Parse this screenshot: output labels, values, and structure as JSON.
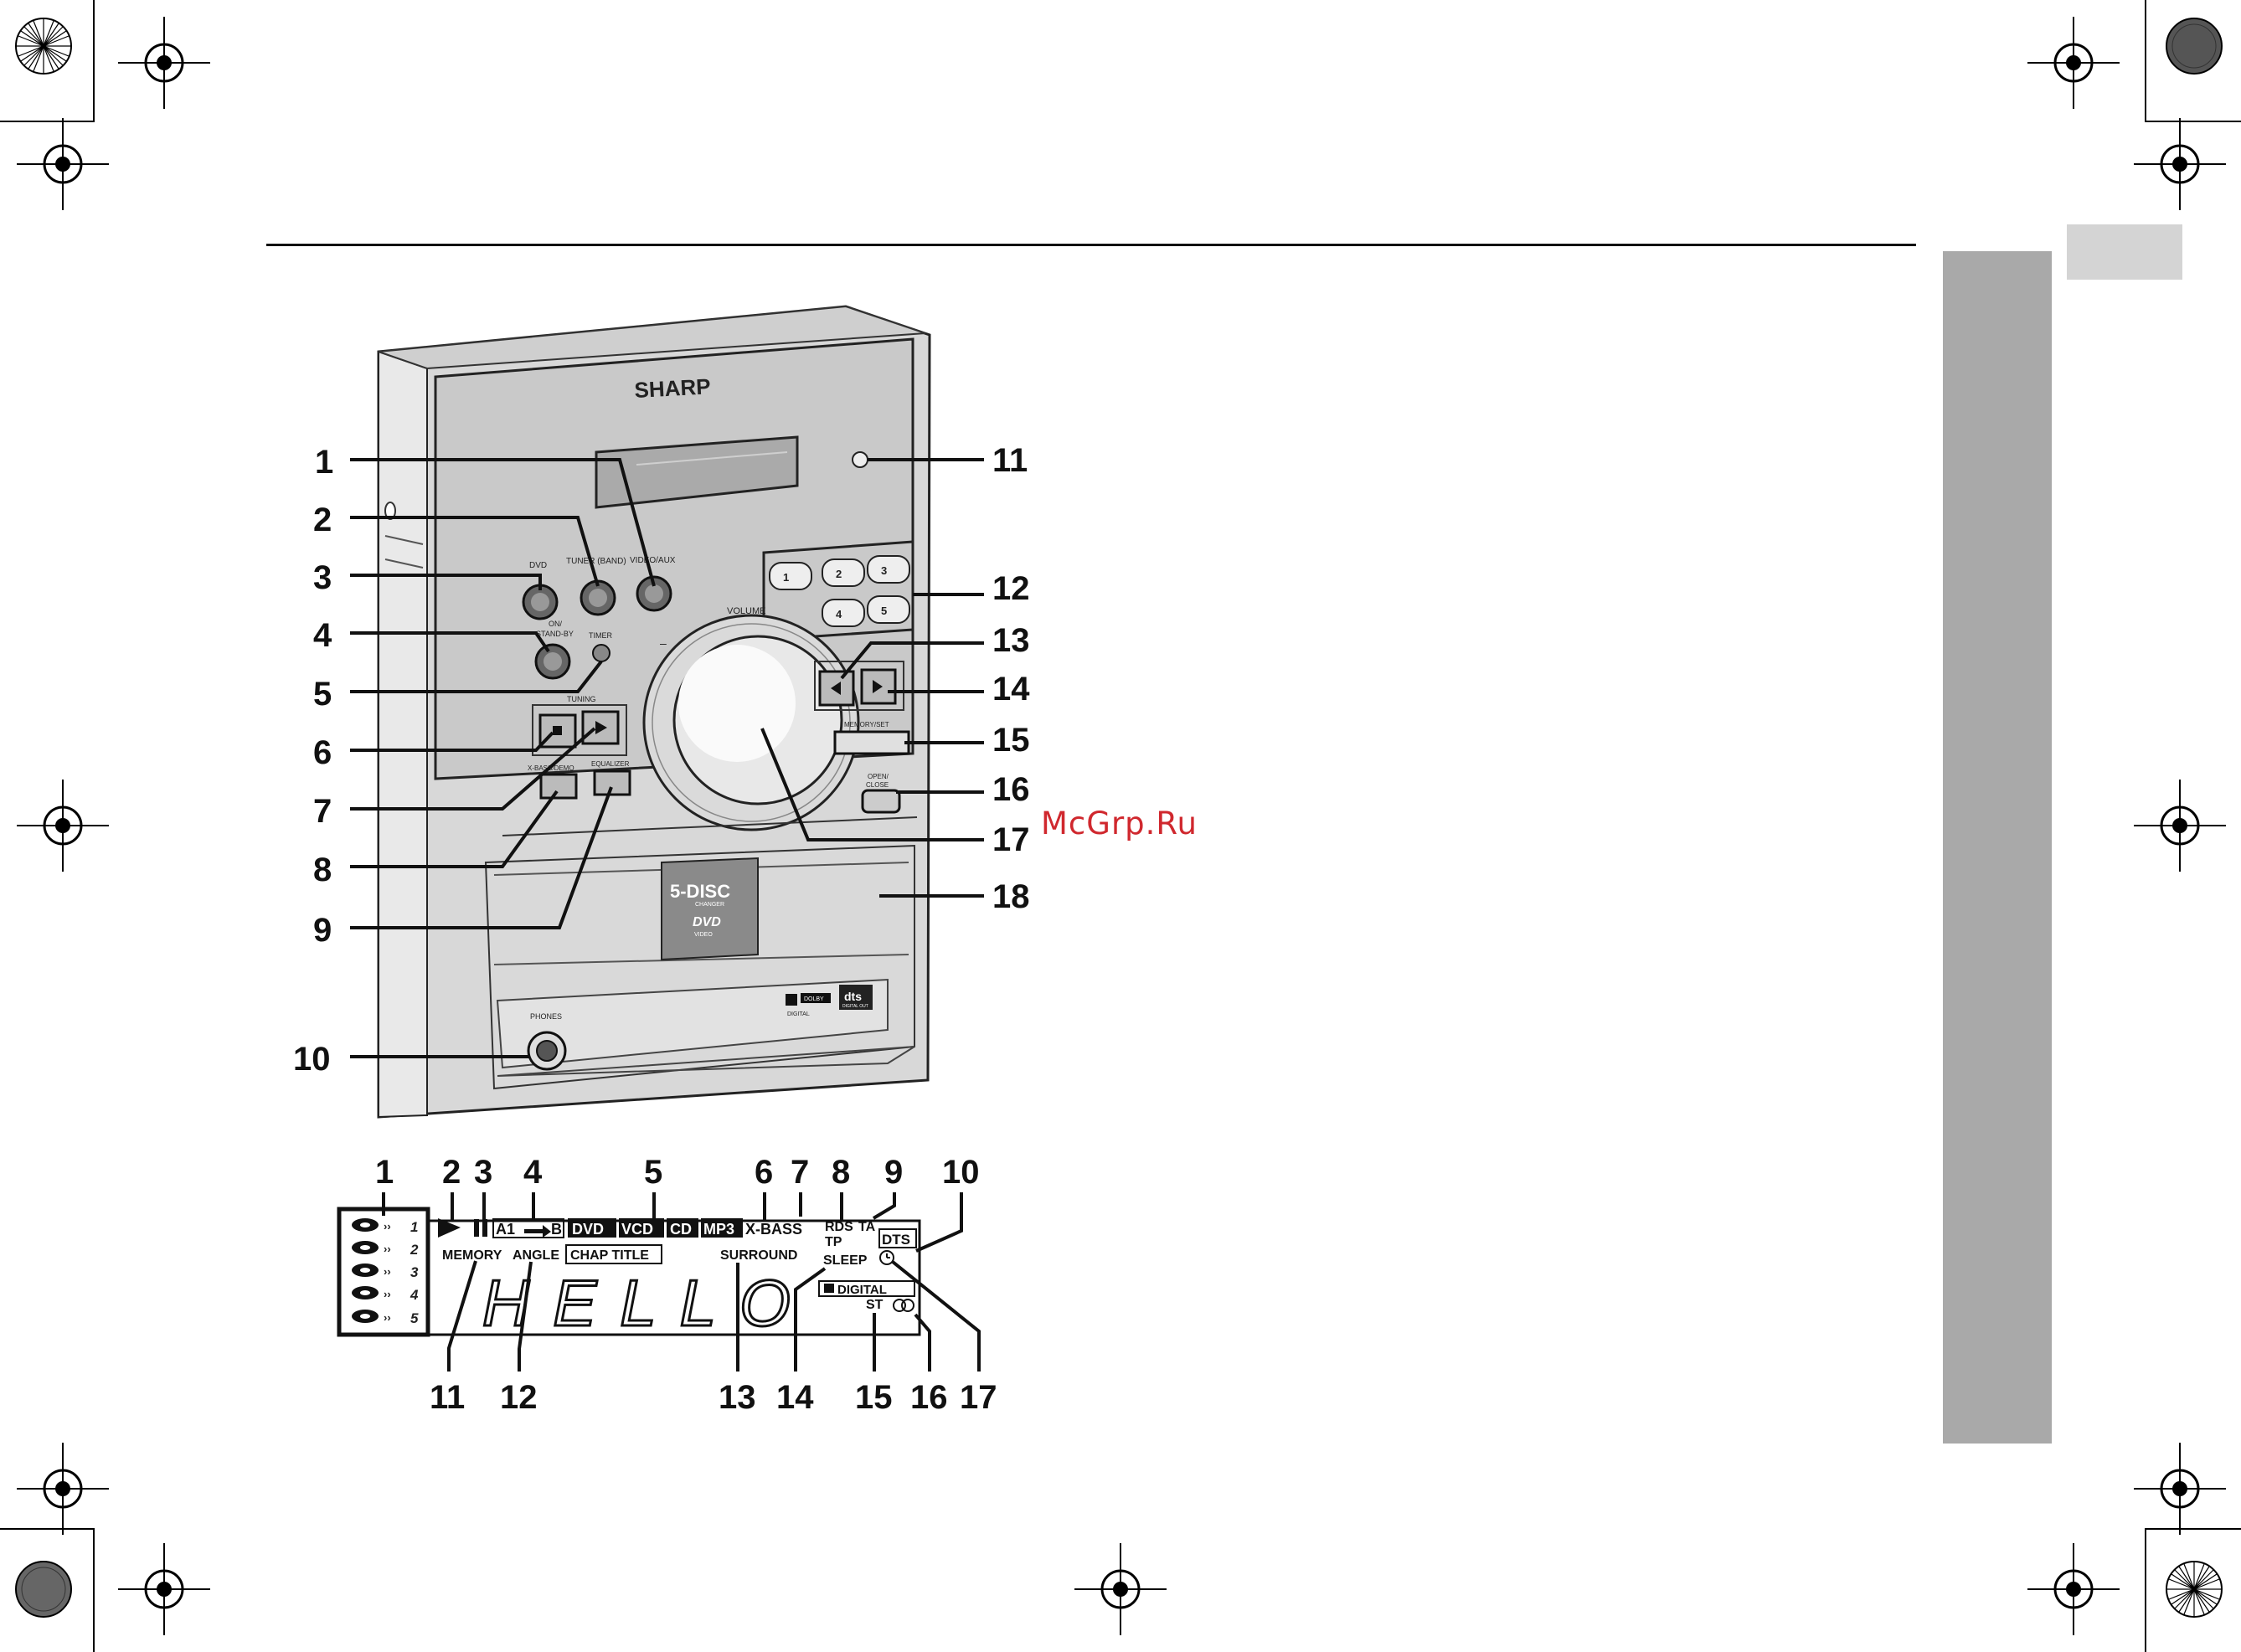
{
  "unit": {
    "brand": "SHARP",
    "volume_label": "VOLUME",
    "volume_minus": "–",
    "volume_plus": "+",
    "tuning_label": "TUNING",
    "timer_label": "TIMER",
    "on_standby_label": "ON/\nSTAND-BY",
    "dvd_label": "DVD",
    "tuner_band_label": "TUNER (BAND)",
    "video_aux_label": "VIDEO/AUX",
    "demo_label": "X-BASS/DEMO",
    "equalizer_label": "EQUALIZER",
    "memory_set_label": "MEMORY/SET",
    "open_close_label": "OPEN/\nCLOSE",
    "phones_label": "PHONES",
    "disc_buttons": [
      "1",
      "2",
      "3",
      "4",
      "5"
    ],
    "changer_logo_top": "5-DISC",
    "changer_logo_mid": "CHANGER",
    "changer_logo_dvd": "DVD",
    "changer_logo_video": "VIDEO",
    "dolby_logo": "DOLBY",
    "dolby_digital": "DIGITAL",
    "dts_logo": "dts",
    "dts_sub": "DIGITAL OUT"
  },
  "unit_callouts_left": [
    "1",
    "2",
    "3",
    "4",
    "5",
    "6",
    "7",
    "8",
    "9",
    "10"
  ],
  "unit_callouts_right": [
    "11",
    "12",
    "13",
    "14",
    "15",
    "16",
    "17",
    "18"
  ],
  "display": {
    "top_numbers": [
      "1",
      "2",
      "3",
      "4",
      "5",
      "6",
      "7",
      "8",
      "9",
      "10"
    ],
    "bottom_numbers": [
      "11",
      "12",
      "13",
      "14",
      "15",
      "16",
      "17"
    ],
    "disc_indicators": [
      "1",
      "2",
      "3",
      "4",
      "5"
    ],
    "a1": "A1",
    "b": "B",
    "formats": [
      "DVD",
      "VCD",
      "CD",
      "MP3"
    ],
    "xbass": "X-BASS",
    "rds": "RDS",
    "ta": "TA",
    "tp": "TP",
    "dts": "DTS",
    "memory": "MEMORY",
    "angle": "ANGLE",
    "chap_title": "CHAP TITLE",
    "surround": "SURROUND",
    "sleep": "SLEEP",
    "digital": "DIGITAL",
    "st": "ST",
    "segment_text": "HELLO"
  },
  "watermark": "McGrp.Ru"
}
